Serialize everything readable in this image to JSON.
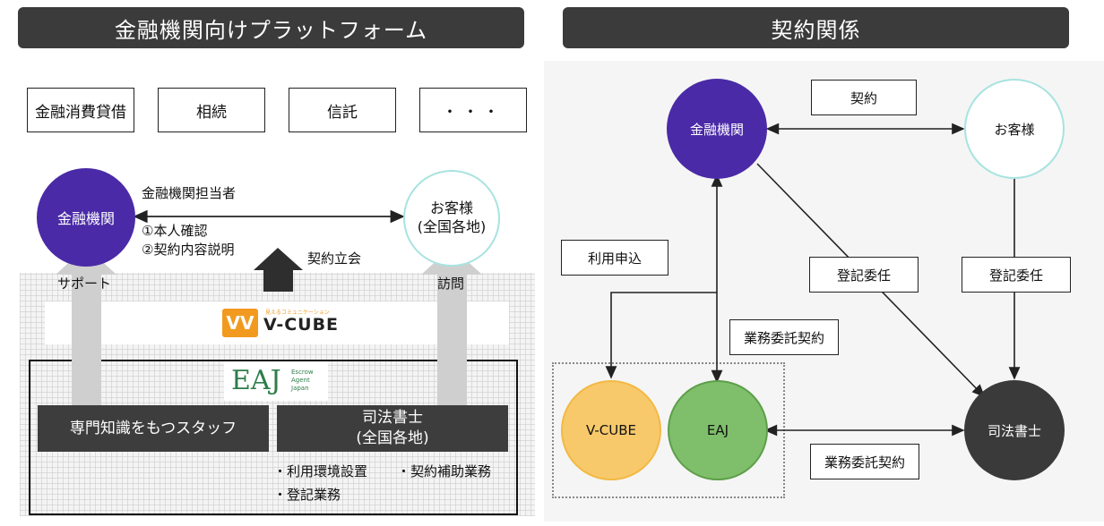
{
  "left": {
    "header": "金融機関向けプラットフォーム",
    "top_boxes": [
      "金融消費貸借",
      "相続",
      "信託",
      "・・・"
    ],
    "finance_circle": "金融機関",
    "customer_circle": "お客様\n(全国各地)",
    "staff_label": "金融機関担当者",
    "steps": [
      "①本人確認",
      "②契約内容説明"
    ],
    "contract_witness": "契約立会",
    "support": "サポート",
    "visit": "訪問",
    "vcube_tagline": "見えるコミュニケーション",
    "vcube_logo": "V-CUBE",
    "eaj_logo": "EAJ",
    "eaj_sub": [
      "Escrow",
      "Agent",
      "Japan"
    ],
    "staff_box": "専門知識をもつスタッフ",
    "scrivener_box": "司法書士\n(全国各地)",
    "tasks": [
      "・利用環境設置",
      "・契約補助業務",
      "・登記業務"
    ]
  },
  "right": {
    "header": "契約関係",
    "finance": "金融機関",
    "customer": "お客様",
    "vcube": "V-CUBE",
    "eaj": "EAJ",
    "scrivener": "司法書士",
    "contract": "契約",
    "usage_application": "利用申込",
    "registration_delegation_1": "登記委任",
    "registration_delegation_2": "登記委任",
    "business_contract_1": "業務委託契約",
    "business_contract_2": "業務委託契約"
  },
  "colors": {
    "finance_purple": "#4a2aa6",
    "vcube_orange": "#f7c96b",
    "eaj_green": "#7fbf6c",
    "scrivener_dark": "#3a3a3a",
    "customer_border": "#a8e3e0",
    "header_bg": "#3b3b3b"
  }
}
